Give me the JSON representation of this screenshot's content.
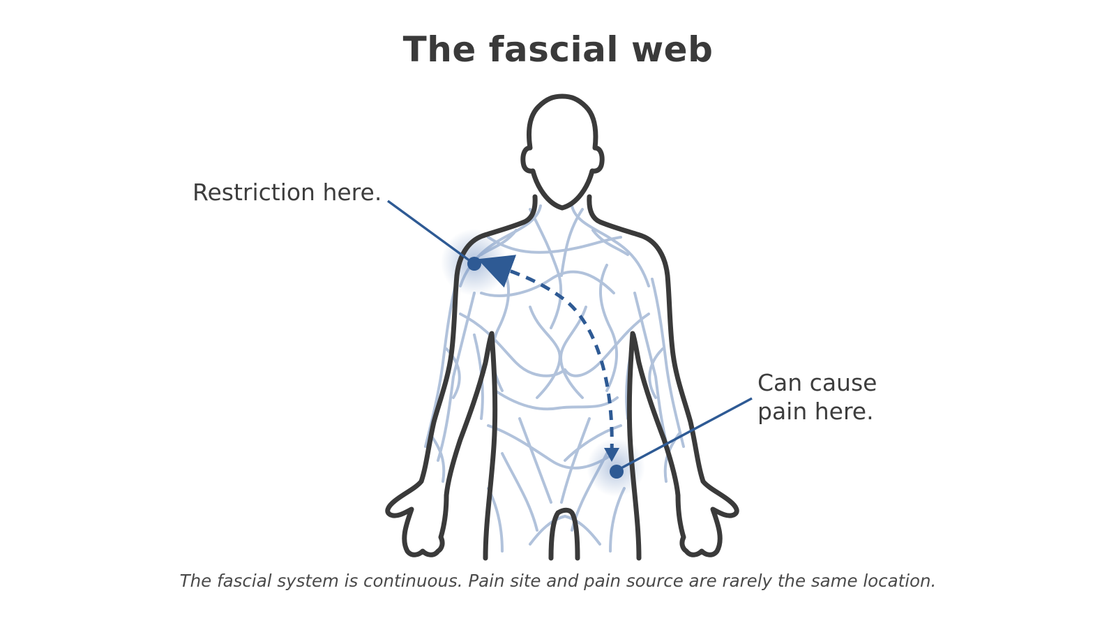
{
  "title": "The fascial web",
  "labels": {
    "restriction": "Restriction here.",
    "pain_line1": "Can cause",
    "pain_line2": "pain here."
  },
  "caption": "The fascial system is continuous. Pain site and pain source are rarely the same location.",
  "colors": {
    "outline": "#3a3a3a",
    "fascia": "#a9bcd8",
    "accent": "#2e5a94",
    "text": "#3d3d3d"
  },
  "icons": [
    "human-body-outline",
    "restriction-marker",
    "pain-marker",
    "dashed-arrow"
  ]
}
